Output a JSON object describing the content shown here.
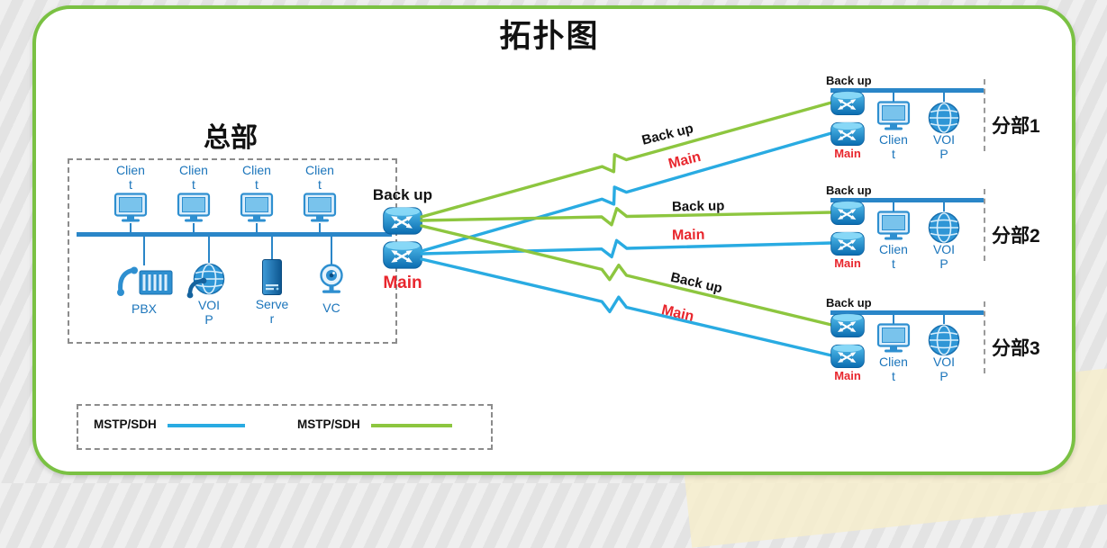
{
  "title": "拓扑图",
  "colors": {
    "border_green": "#7ac143",
    "link_green_backup": "#8dc63f",
    "link_blue_main": "#29abe2",
    "main_label_red": "#e8262d",
    "device_label_blue": "#1b75bb",
    "bus_blue": "#2a86c8"
  },
  "hq": {
    "label": "总部",
    "client_labels": [
      "Clien\nt",
      "Clien\nt",
      "Clien\nt",
      "Clien\nt"
    ],
    "pbx_label": "PBX",
    "voip_label": "VOI\nP",
    "server_label": "Serve\nr",
    "vc_label": "VC",
    "backup_router_label": "Back up",
    "main_router_label": "Main"
  },
  "branches": [
    {
      "name": "分部1",
      "backup_label": "Back up",
      "main_label": "Main",
      "client_label": "Clien\nt",
      "voip_label": "VOI\nP"
    },
    {
      "name": "分部2",
      "backup_label": "Back up",
      "main_label": "Main",
      "client_label": "Clien\nt",
      "voip_label": "VOI\nP"
    },
    {
      "name": "分部3",
      "backup_label": "Back up",
      "main_label": "Main",
      "client_label": "Clien\nt",
      "voip_label": "VOI\nP"
    }
  ],
  "links": [
    {
      "to": "分部1",
      "type": "backup",
      "label": "Back up"
    },
    {
      "to": "分部1",
      "type": "main",
      "label": "Main"
    },
    {
      "to": "分部2",
      "type": "backup",
      "label": "Back up"
    },
    {
      "to": "分部2",
      "type": "main",
      "label": "Main"
    },
    {
      "to": "分部3",
      "type": "backup",
      "label": "Back up"
    },
    {
      "to": "分部3",
      "type": "main",
      "label": "Main"
    }
  ],
  "legend": [
    {
      "label": "MSTP/SDH",
      "color": "#29abe2"
    },
    {
      "label": "MSTP/SDH",
      "color": "#8dc63f"
    }
  ]
}
